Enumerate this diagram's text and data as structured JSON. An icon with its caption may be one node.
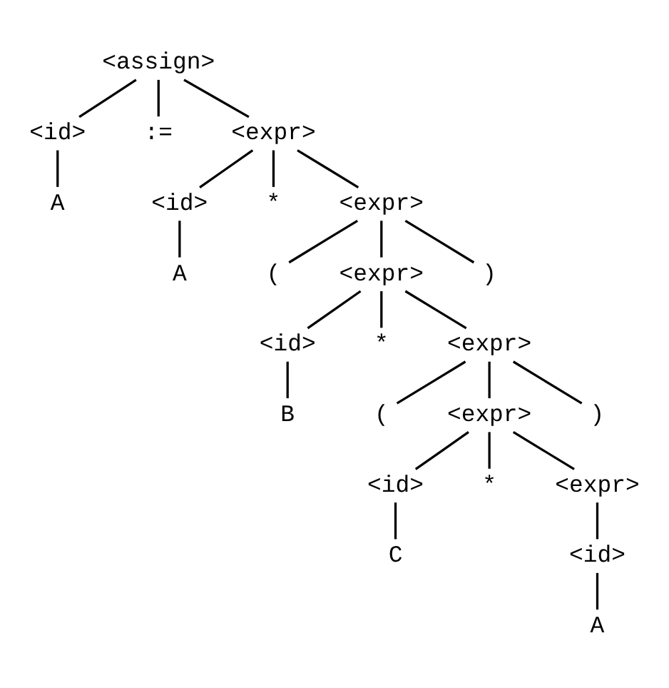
{
  "diagram": {
    "nodes": [
      {
        "text": [
          "<assign>"
        ]
      },
      {
        "text": [
          "<id>"
        ]
      },
      {
        "text": [
          ":="
        ]
      },
      {
        "text": [
          "<expr>"
        ]
      },
      {
        "text": [
          "A"
        ]
      },
      {
        "text": [
          "<id>"
        ]
      },
      {
        "text": [
          "*"
        ]
      },
      {
        "text": [
          "<expr>"
        ]
      },
      {
        "text": [
          "A"
        ]
      },
      {
        "text": [
          "("
        ]
      },
      {
        "text": [
          "<expr>"
        ]
      },
      {
        "text": [
          ")"
        ]
      },
      {
        "text": [
          "<id>"
        ]
      },
      {
        "text": [
          "*"
        ]
      },
      {
        "text": [
          "<expr>"
        ]
      },
      {
        "text": [
          "B"
        ]
      },
      {
        "text": [
          "("
        ]
      },
      {
        "text": [
          "<expr>"
        ]
      },
      {
        "text": [
          ")"
        ]
      },
      {
        "text": [
          "<id>"
        ]
      },
      {
        "text": [
          "*"
        ]
      },
      {
        "text": [
          "<expr>"
        ]
      },
      {
        "text": [
          "C"
        ]
      },
      {
        "text": [
          "<id>"
        ]
      },
      {
        "text": [
          "A"
        ]
      }
    ],
    "edges": [
      {
        "from": 0,
        "to": 1,
        "arrow": "none"
      },
      {
        "from": 0,
        "to": 2,
        "arrow": "none"
      },
      {
        "from": 0,
        "to": 3,
        "arrow": "none"
      },
      {
        "from": 1,
        "to": 4,
        "arrow": "none"
      },
      {
        "from": 3,
        "to": 5,
        "arrow": "none"
      },
      {
        "from": 3,
        "to": 6,
        "arrow": "none"
      },
      {
        "from": 3,
        "to": 7,
        "arrow": "none"
      },
      {
        "from": 5,
        "to": 8,
        "arrow": "none"
      },
      {
        "from": 7,
        "to": 9,
        "arrow": "none"
      },
      {
        "from": 7,
        "to": 10,
        "arrow": "none"
      },
      {
        "from": 7,
        "to": 11,
        "arrow": "none"
      },
      {
        "from": 10,
        "to": 12,
        "arrow": "none"
      },
      {
        "from": 10,
        "to": 13,
        "arrow": "none"
      },
      {
        "from": 10,
        "to": 14,
        "arrow": "none"
      },
      {
        "from": 12,
        "to": 15,
        "arrow": "none"
      },
      {
        "from": 14,
        "to": 16,
        "arrow": "none"
      },
      {
        "from": 14,
        "to": 17,
        "arrow": "none"
      },
      {
        "from": 14,
        "to": 18,
        "arrow": "none"
      },
      {
        "from": 17,
        "to": 19,
        "arrow": "none"
      },
      {
        "from": 17,
        "to": 20,
        "arrow": "none"
      },
      {
        "from": 17,
        "to": 21,
        "arrow": "none"
      },
      {
        "from": 19,
        "to": 22,
        "arrow": "none"
      },
      {
        "from": 21,
        "to": 23,
        "arrow": "none"
      },
      {
        "from": 23,
        "to": 24,
        "arrow": "none"
      }
    ]
  }
}
